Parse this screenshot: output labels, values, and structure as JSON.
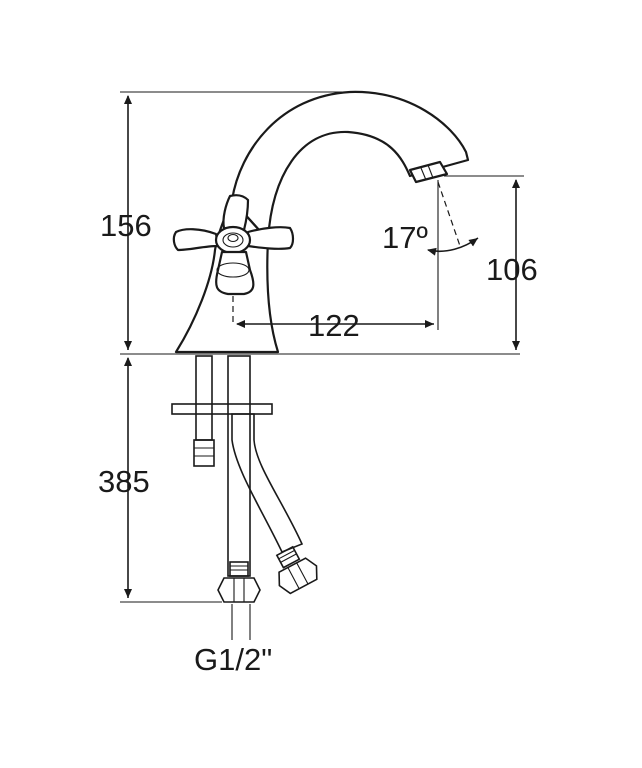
{
  "dimensions": {
    "overall_height": "156",
    "outlet_height": "106",
    "spout_reach": "122",
    "spout_angle": "17º",
    "hose_length": "385",
    "connection_thread": "G1/2\""
  },
  "colors": {
    "line": "#1a1a1a",
    "background": "#ffffff"
  }
}
